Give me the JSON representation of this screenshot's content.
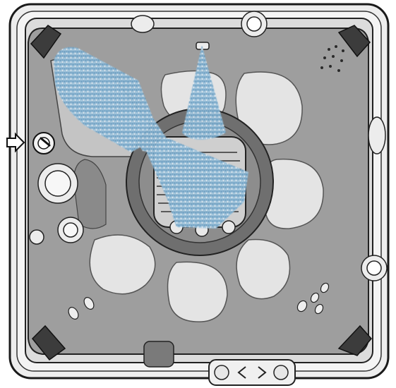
{
  "diagram": {
    "subject": "spa-top-view",
    "icons": {
      "indicator_arrow": "arrow-right-outline-icon",
      "valve": "diverter-valve-icon",
      "spray": "water-spray-icon"
    },
    "colors": {
      "background": "#ffffff",
      "rim": "#e6e6e6",
      "outline": "#1a1a1a",
      "shell": "#9a9a9a",
      "seat": "#e2e2e2",
      "footwell": "#6f6f6f",
      "filter": "#c8c8c8",
      "spray": "#7fb0cf"
    },
    "sprays": [
      {
        "id": "corner-jet-cluster",
        "from": "top-left-corner-jets",
        "to": "center-filter"
      },
      {
        "id": "top-neck-jet",
        "from": "top-center-jet",
        "to": "center-filter"
      },
      {
        "id": "filter-fan",
        "from": "center-filter-top",
        "to": "center-filter-jets"
      }
    ]
  }
}
